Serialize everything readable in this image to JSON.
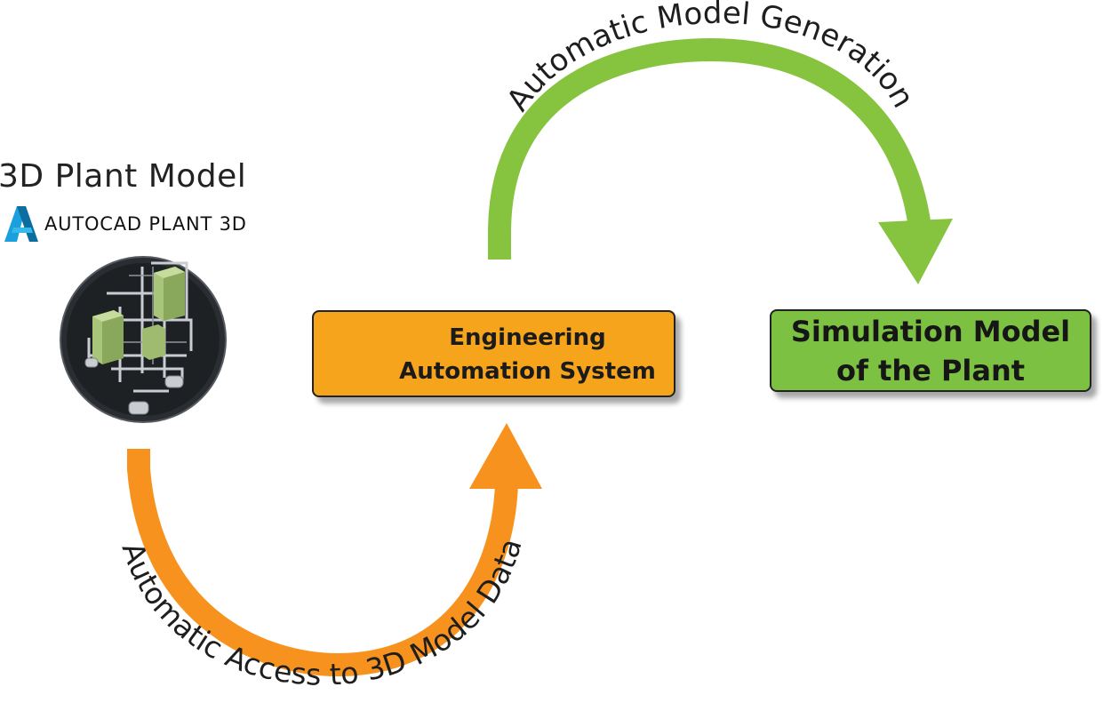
{
  "source": {
    "title": "3D Plant Model",
    "brand": "AUTOCAD PLANT 3D"
  },
  "engineering_box": {
    "line1": "Engineering",
    "line2": "Automation System"
  },
  "simulation_box": {
    "line1": "Simulation Model",
    "line2": "of the Plant"
  },
  "arrows": {
    "top_label": "Automatic Model Generation",
    "bottom_label": "Automatic Access to 3D Model Data"
  },
  "colors": {
    "green_arrow": "#86c440",
    "orange_arrow": "#f7921e",
    "engineering_box": "#f6a41c",
    "simulation_box": "#7dc142",
    "autocad_logo": "#1aa0dc"
  }
}
